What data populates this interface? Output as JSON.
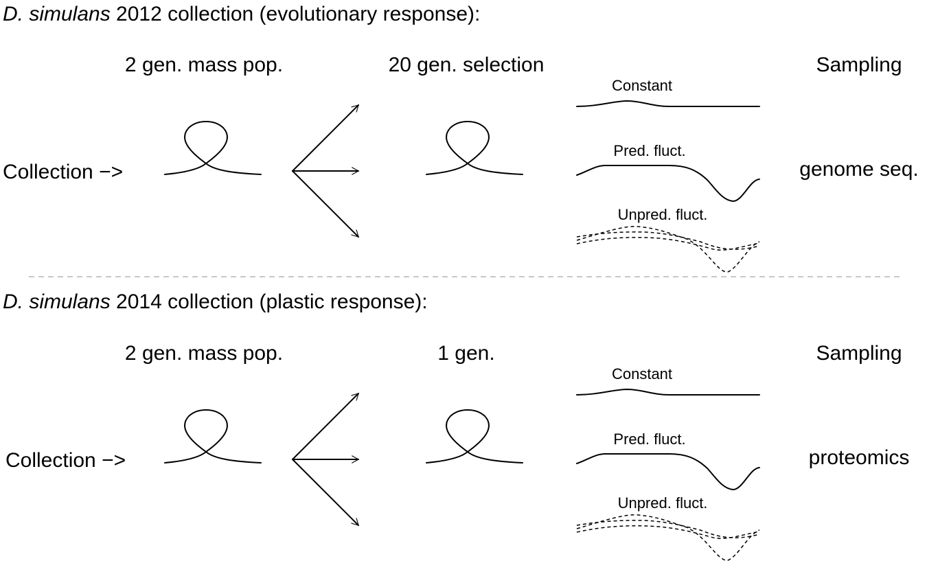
{
  "sections": [
    {
      "heading_species": "D. simulans",
      "heading_rest": " 2012 collection (evolutionary response):",
      "col1_label": "2 gen. mass pop.",
      "col2_label": "20 gen. selection",
      "col4_label": "Sampling",
      "collection_label": "Collection −>",
      "env_constant": "Constant",
      "env_pred": "Pred. fluct.",
      "env_unpred": "Unpred. fluct.",
      "sampling_method": "genome seq."
    },
    {
      "heading_species": "D. simulans",
      "heading_rest": " 2014 collection (plastic response):",
      "col1_label": "2 gen. mass pop.",
      "col2_label": "1 gen.",
      "col4_label": "Sampling",
      "collection_label": "Collection −>",
      "env_constant": "Constant",
      "env_pred": "Pred. fluct.",
      "env_unpred": "Unpred. fluct.",
      "sampling_method": "proteomics"
    }
  ],
  "icons": {
    "population": "loop-icon",
    "split": "three-arrows-icon",
    "env_constant": "flat-curve-icon",
    "env_pred": "dip-curve-icon",
    "env_unpred": "dashed-curves-icon"
  },
  "colors": {
    "ink": "#000000",
    "divider": "#b5b5b5"
  }
}
